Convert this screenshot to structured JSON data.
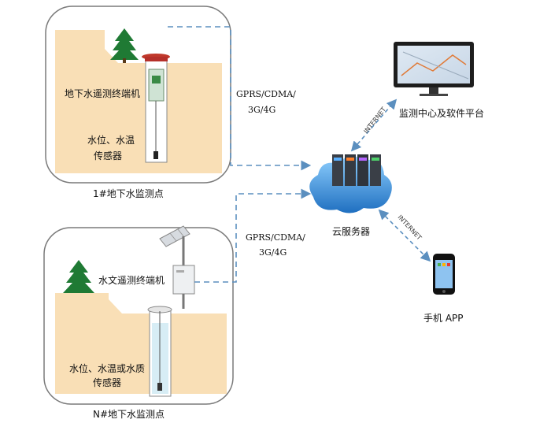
{
  "station1": {
    "terminal_label": "地下水遥测终端机",
    "sensor_line1": "水位、水温",
    "sensor_line2": "传感器",
    "caption": "1#地下水监测点"
  },
  "stationN": {
    "terminal_label": "水文遥测终端机",
    "sensor_line1": "水位、水温或水质",
    "sensor_line2": "传感器",
    "caption": "N#地下水监测点"
  },
  "links": {
    "upper_line1": "GPRS/CDMA/",
    "upper_line2": "3G/4G",
    "lower_line1": "GPRS/CDMA/",
    "lower_line2": "3G/4G",
    "internet_upper": "INTERNET",
    "internet_lower": "INTERNET"
  },
  "server": {
    "label": "云服务器"
  },
  "monitor": {
    "label": "监测中心及软件平台"
  },
  "phone": {
    "label": "手机 APP"
  },
  "colors": {
    "ground": "#f9dfb6",
    "frame": "#7a7a7a",
    "dash": "#5b8fbf",
    "tree": "#1f7a34",
    "cloud": "#3e8fd6"
  }
}
